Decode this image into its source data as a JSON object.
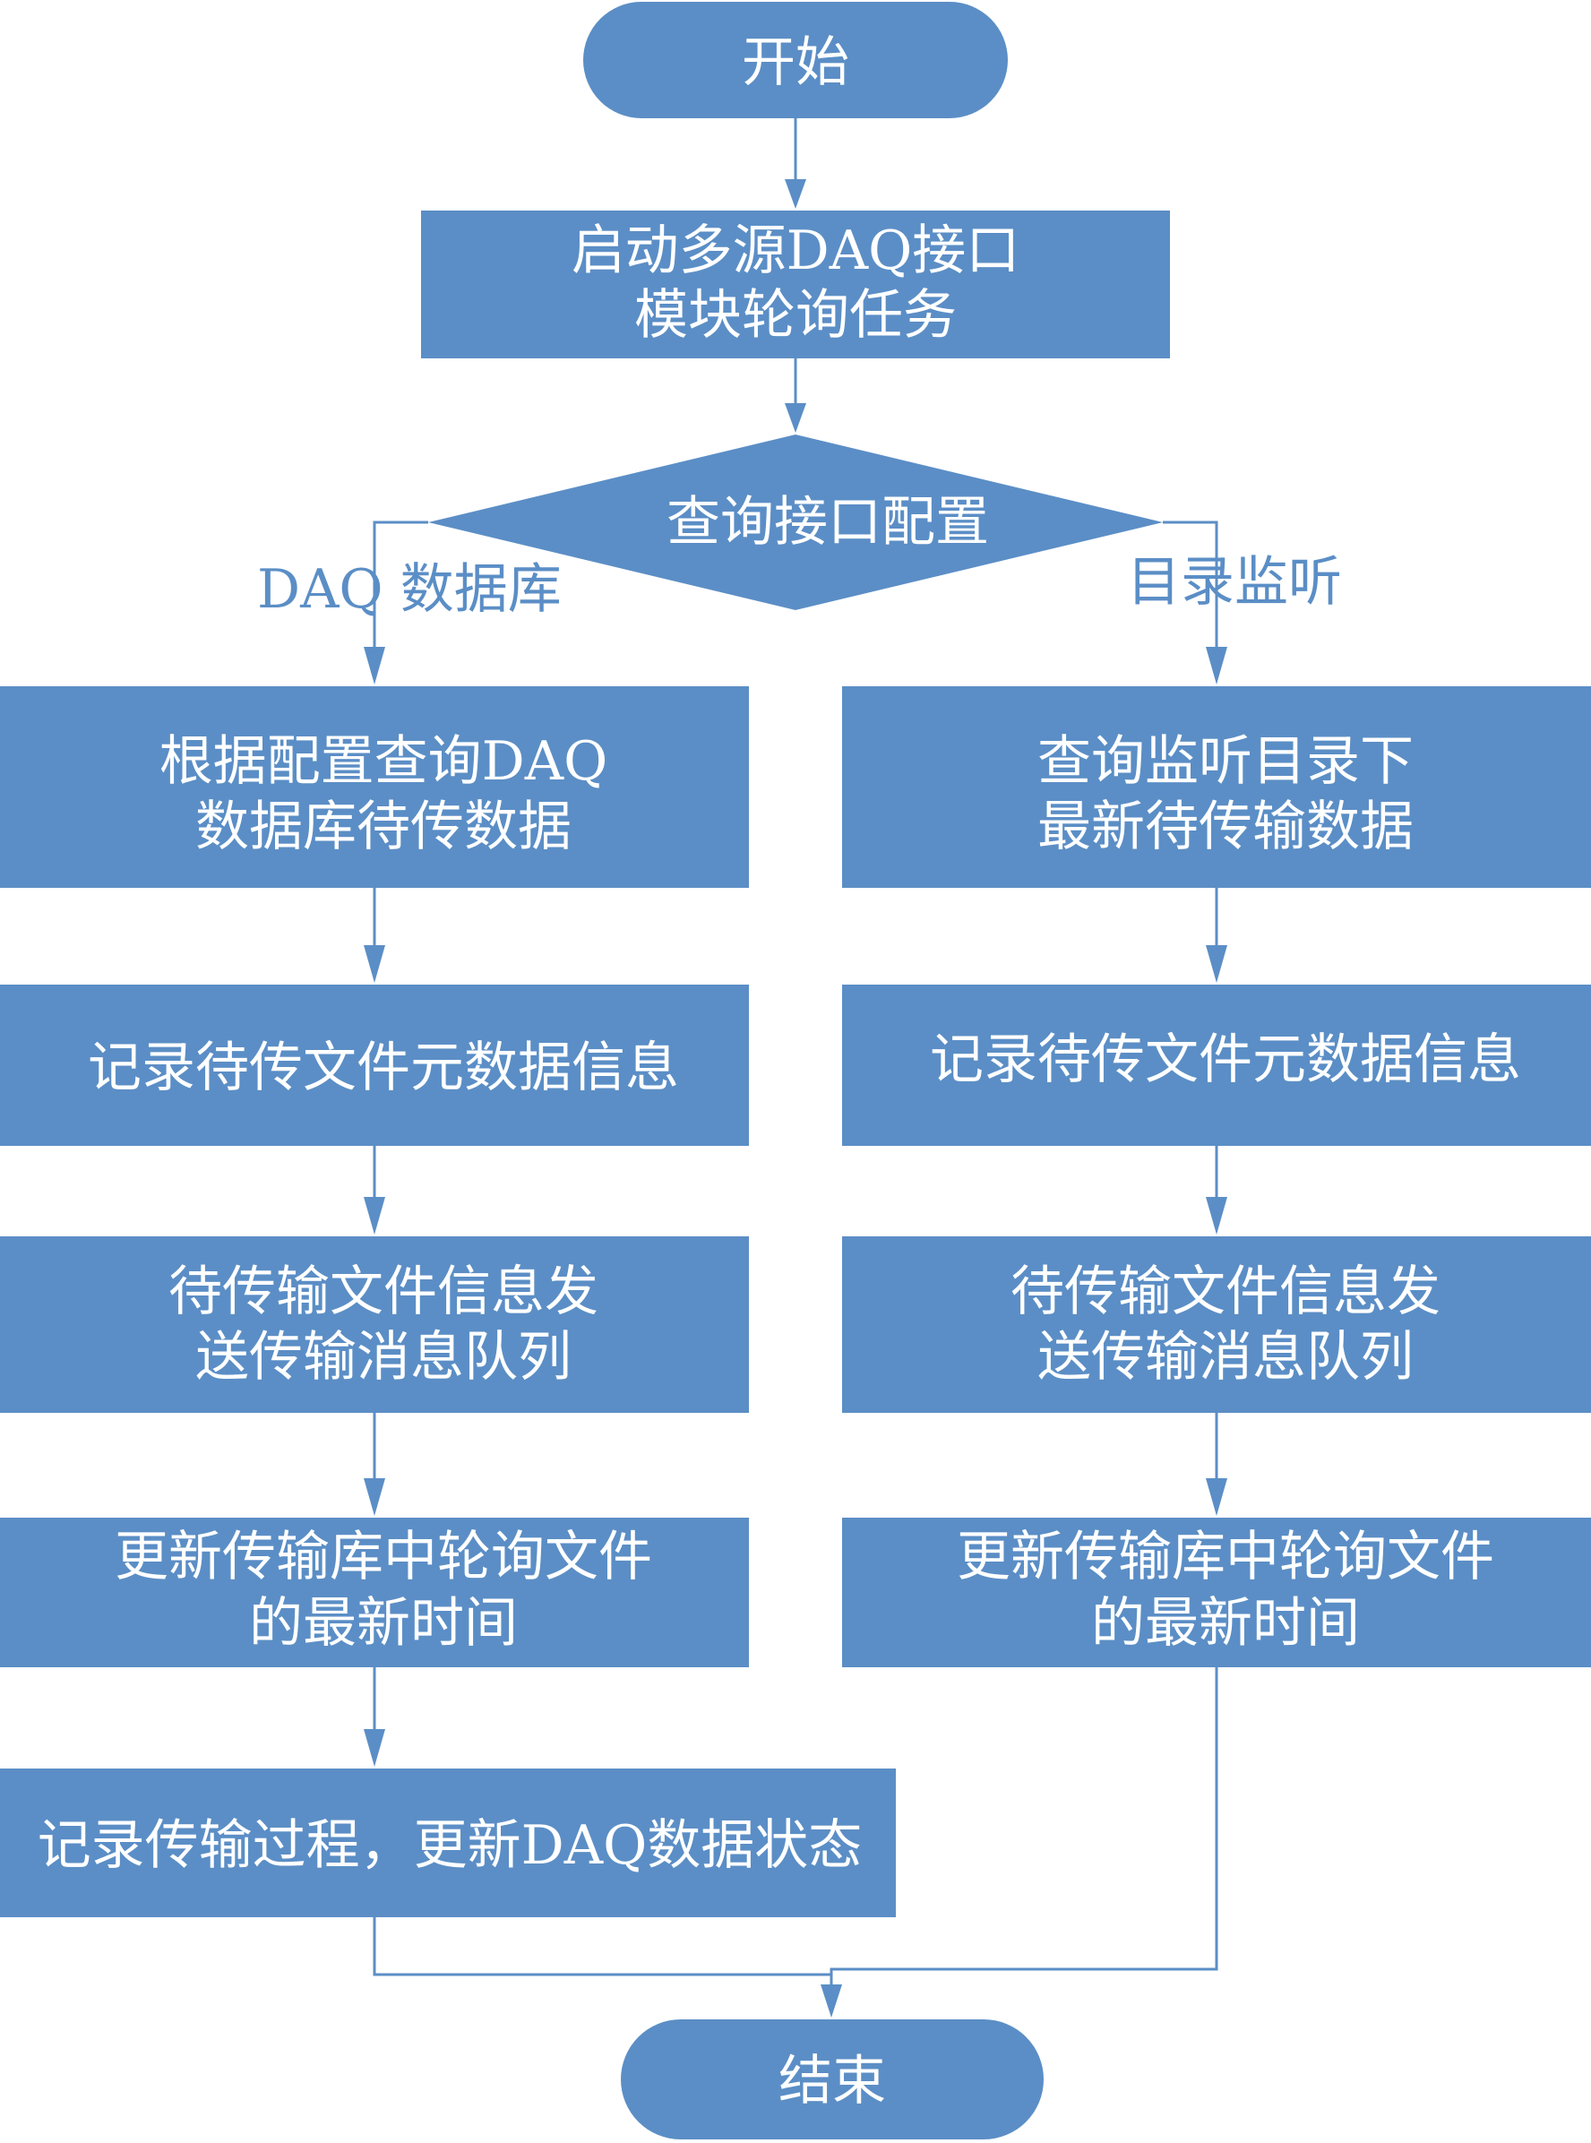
{
  "colors": {
    "node_fill": "#5b8ec6",
    "node_text": "#ffffff",
    "connector": "#5b8ec6",
    "branch_label": "#5b8ec6"
  },
  "nodes": {
    "start": "开始",
    "launch": [
      "启动多源DAQ接口",
      "模块轮询任务"
    ],
    "decision": "查询接口配置",
    "left_query": [
      "根据配置查询DAQ",
      "数据库待传数据"
    ],
    "left_record_meta": "记录待传文件元数据信息",
    "left_send_queue": [
      "待传输文件信息发",
      "送传输消息队列"
    ],
    "left_update_time": [
      "更新传输库中轮询文件",
      "的最新时间"
    ],
    "left_record_process": "记录传输过程，更新DAQ数据状态",
    "right_query": [
      "查询监听目录下",
      "最新待传输数据"
    ],
    "right_record_meta": "记录待传文件元数据信息",
    "right_send_queue": [
      "待传输文件信息发",
      "送传输消息队列"
    ],
    "right_update_time": [
      "更新传输库中轮询文件",
      "的最新时间"
    ],
    "end": "结束"
  },
  "branches": {
    "left": "DAQ 数据库",
    "right": "目录监听"
  }
}
